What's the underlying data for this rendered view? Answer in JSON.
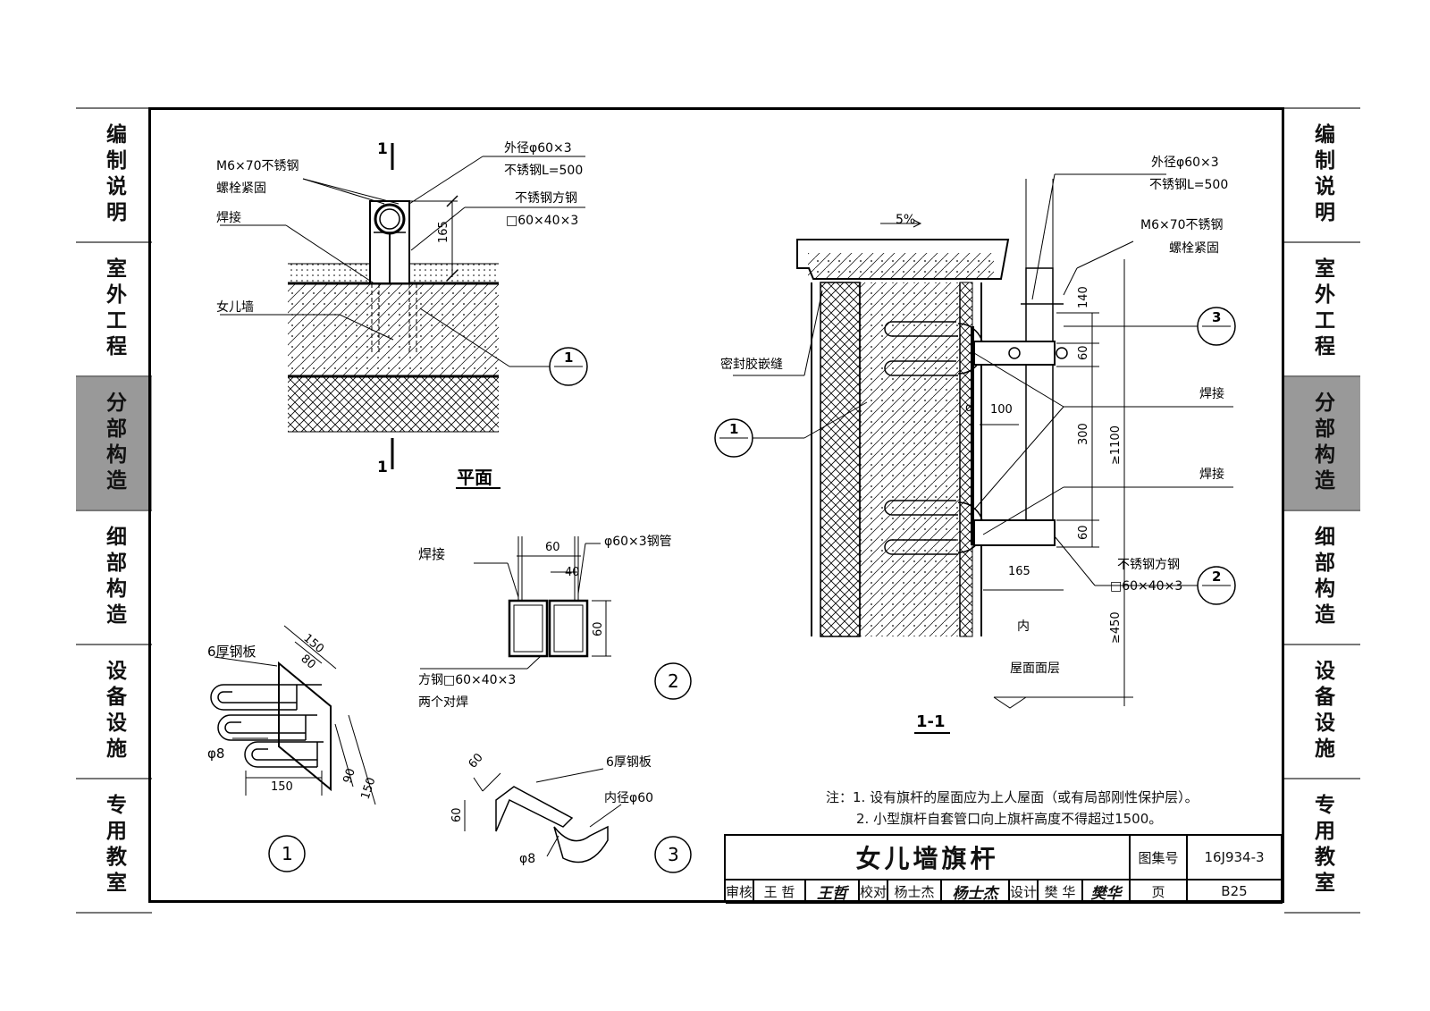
{
  "nav": [
    {
      "label": "编制说明",
      "active": false
    },
    {
      "label": "室外工程",
      "active": false
    },
    {
      "label": "分部构造",
      "active": true
    },
    {
      "label": "细部构造",
      "active": false
    },
    {
      "label": "设备设施",
      "active": false
    },
    {
      "label": "专用教室",
      "active": false
    }
  ],
  "plan": {
    "title": "平面",
    "section_mark": "1",
    "label_bolt_1": "M6×70不锈钢",
    "label_bolt_2": "螺栓紧固",
    "label_weld": "焊接",
    "label_wall": "女儿墙",
    "label_pipe_1": "外径φ60×3",
    "label_pipe_2": "不锈钢L=500",
    "label_square_1": "不锈钢方钢",
    "label_square_2": "□60×40×3",
    "dim_165": "165",
    "callout_1": "1"
  },
  "detail1": {
    "number": "1",
    "label_plate": "6厚钢板",
    "label_rebar": "φ8",
    "dim_150_top": "150",
    "dim_80": "80",
    "dim_150_bottom": "150",
    "dim_90": "90",
    "dim_150_side": "150"
  },
  "detail2": {
    "number": "2",
    "label_weld": "焊接",
    "label_pipe": "φ60×3钢管",
    "dim_60_top": "60",
    "dim_40": "40",
    "dim_60_side": "60",
    "label_square_1": "方钢□60×40×3",
    "label_square_2": "两个对焊"
  },
  "detail3": {
    "number": "3",
    "label_plate": "6厚钢板",
    "label_inner": "内径φ60",
    "label_rebar": "φ8",
    "dim_60_a": "60",
    "dim_60_b": "60"
  },
  "section": {
    "title": "1-1",
    "slope": "5%",
    "label_pipe_1": "外径φ60×3",
    "label_pipe_2": "不锈钢L=500",
    "label_bolt_1": "M6×70不锈钢",
    "label_bolt_2": "螺栓紧固",
    "label_sealant": "密封胶嵌缝",
    "label_weld_1": "焊接",
    "label_weld_2": "焊接",
    "label_square_1": "不锈钢方钢",
    "label_square_2": "□60×40×3",
    "label_inside": "内",
    "label_roof": "屋面面层",
    "label_d": "d",
    "dim_140": "140",
    "dim_60_a": "60",
    "dim_300": "300",
    "dim_60_b": "60",
    "dim_1100": "≥1100",
    "dim_450": "≥450",
    "dim_100": "100",
    "dim_165": "165",
    "callout_1": "1",
    "callout_2": "2",
    "callout_3": "3"
  },
  "notes": {
    "note_1": "注：1. 设有旗杆的屋面应为上人屋面（或有局部刚性保护层）。",
    "note_2": "2. 小型旗杆自套管口向上旗杆高度不得超过1500。"
  },
  "title_block": {
    "title": "女儿墙旗杆",
    "atlas_label": "图集号",
    "atlas_no": "16J934-3",
    "review_label": "审核",
    "reviewer": "王 哲",
    "reviewer_sig": "王哲",
    "check_label": "校对",
    "checker": "杨士杰",
    "checker_sig": "杨士杰",
    "design_label": "设计",
    "designer": "樊 华",
    "designer_sig": "樊华",
    "page_label": "页",
    "page_no": "B25"
  }
}
